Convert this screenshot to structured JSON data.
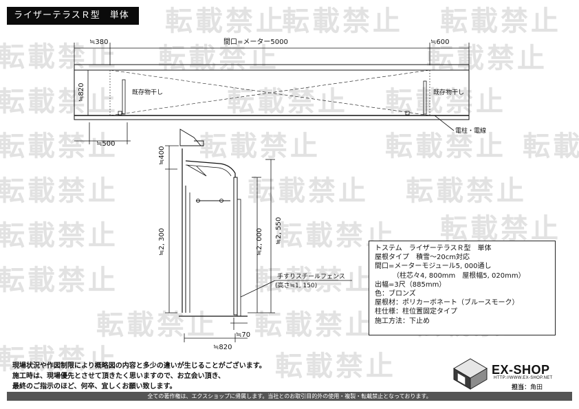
{
  "title": "ライザーテラスＲ型　単体",
  "watermark_text": "転載禁止",
  "plan_view": {
    "top_left_dim": "≒380",
    "top_center_dim": "間口=メーター5000",
    "top_right_dim": "≒600",
    "left_height_dim": "≒820",
    "bottom_left_dim": "≒500",
    "left_existing_label": "既存物干し",
    "right_existing_label": "既存物干し",
    "pole_label": "電柱・電線"
  },
  "side_view": {
    "dim_400": "≒400",
    "dim_2300": "≒2, 300",
    "dim_2000": "≒2, 000",
    "dim_2550": "≒2, 550",
    "fence_label": "手すりスチールフェンス",
    "fence_height": "(高さ≒1, 150)",
    "dim_70": "≒70",
    "dim_820": "≒820"
  },
  "spec": {
    "line1": "トステム　ライザーテラスＲ型　単体",
    "line2": "屋根タイプ　積雪～20cm対応",
    "line3": "間口=メーターモジュール5, 000通し",
    "line4": "（柱芯々4, 800mm　屋根幅5, 020mm）",
    "line5": "出幅=3尺（885mm）",
    "line6": "色：ブロンズ",
    "line7": "屋根材：ポリカーボネート（ブルースモーク）",
    "line8": "柱仕様：柱位置固定タイプ",
    "line9": "施工方法：下止め"
  },
  "notes": {
    "line1": "現場状況や作図制限により概略図の内容と多少の違いが生じることがございます。",
    "line2": "施工時は、現場優先とさせて頂きたく思いますので、お立会い頂き、",
    "line3": "最終のご指示のほど、何卒、宜しくお願い致します。"
  },
  "logo": {
    "name": "EX-SHOP",
    "url": "HTTP://WWW.EX-SHOP.NET"
  },
  "staff": {
    "label": "担当",
    "name": "：角田"
  },
  "footer": "全ての著作権は、エクスショップに帰属します。当社とのお取引目的外の使用・複製・転載禁止となっております。"
}
